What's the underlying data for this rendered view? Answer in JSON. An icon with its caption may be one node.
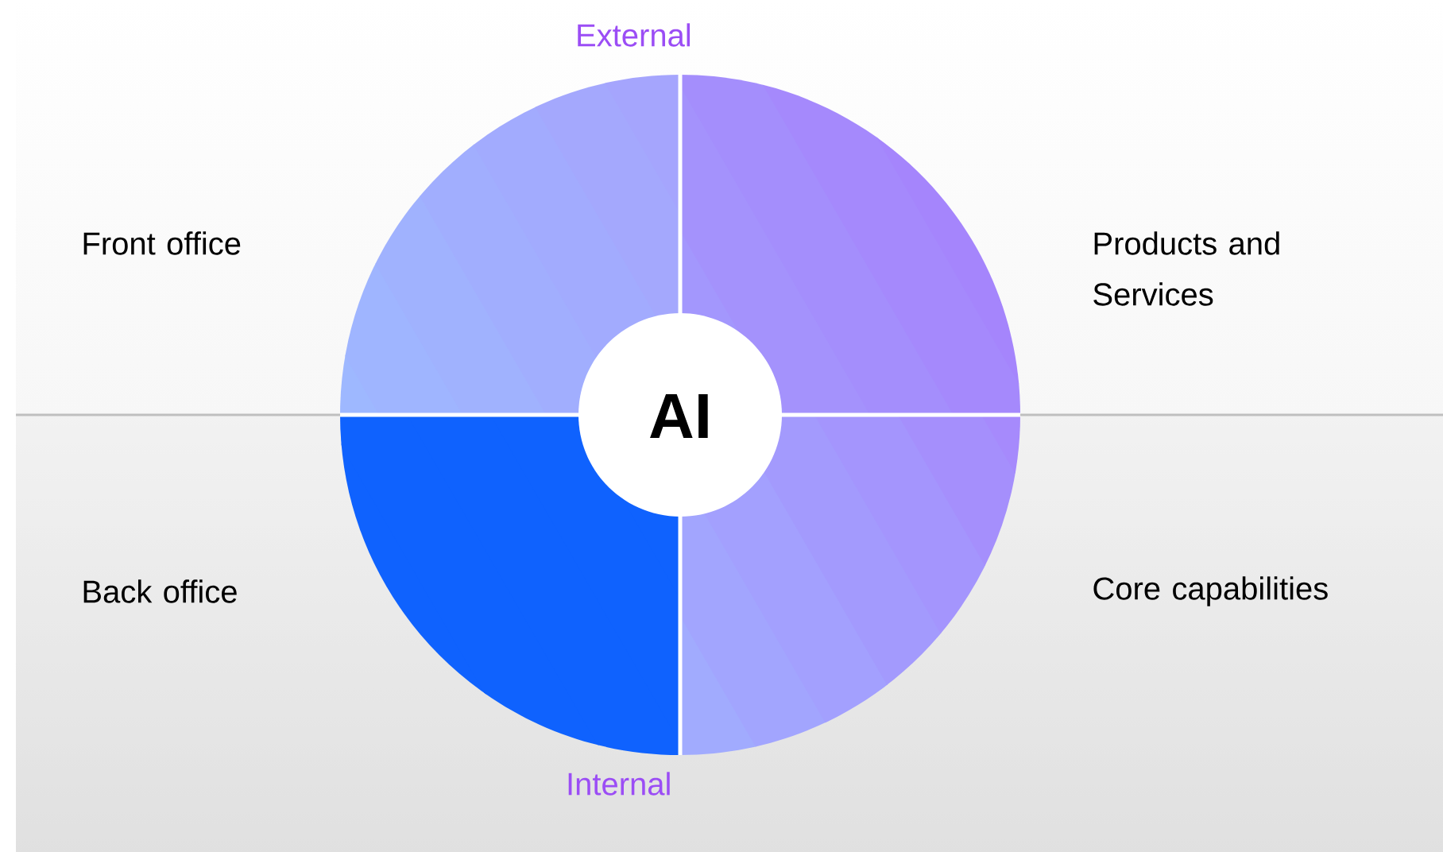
{
  "diagram": {
    "nodes": [
      {
        "text": [
          "AI"
        ]
      }
    ],
    "labels": [
      "External",
      "Front office",
      "Products and Services",
      "Back office",
      "Core capabilities",
      "Internal"
    ]
  }
}
